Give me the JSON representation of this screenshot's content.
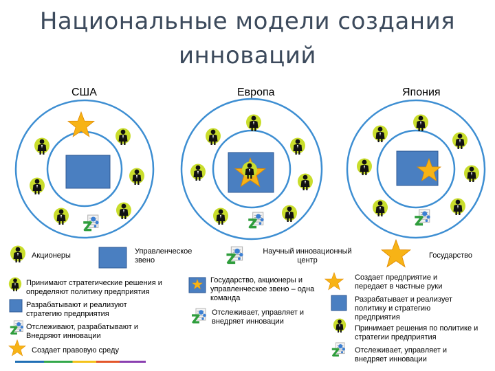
{
  "title": "Национальные модели создания инноваций",
  "regions": [
    "США",
    "Европа",
    "Япония"
  ],
  "legend": {
    "shareholders": "Акционеры",
    "management": "Управленческое звено",
    "research_center": "Научный инновационный центр",
    "state": "Государство"
  },
  "usa_notes": {
    "shareholders": "Принимают стратегические решения и определяют политику предприятия",
    "management": "Разрабатывают и реализуют стратегию предприятия",
    "research_center": "Отслеживают, разрабатывают и Внедряют инновации",
    "state": "Создает правовую среду"
  },
  "europe_notes": {
    "team": "Государство, акционеры и управленческое звено – одна команда",
    "research_center": "Отслеживает, управляет и внедряет инновации"
  },
  "japan_notes": {
    "state": "Создает предприятие и передает в частные руки",
    "management": "Разрабатывает и реализует политику и стратегию предприятия",
    "shareholders": "Принимает решения по политике и стратегии предприятия",
    "research_center": "Отслеживает, управляет и внедряет инновации"
  },
  "colors": {
    "square_fill": "#4a7fc1",
    "star_fill": "#f7b316",
    "person_halo": "#c9dd2c",
    "ring_stroke": "#3d8ed2"
  }
}
